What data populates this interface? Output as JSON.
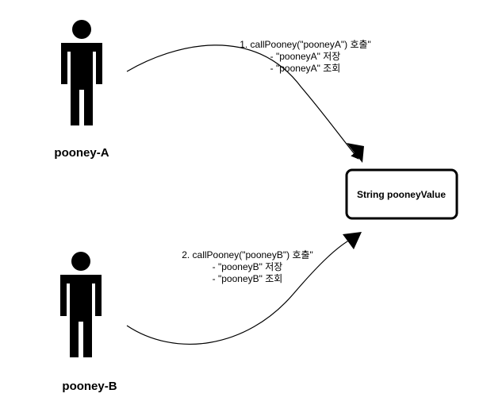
{
  "actors": [
    {
      "label": "pooney-A"
    },
    {
      "label": "pooney-B"
    }
  ],
  "box": {
    "label": "String pooneyValue"
  },
  "calls": [
    {
      "line1": "1.  callPooney(\"pooneyA\") 호출\"",
      "line2": "- \"pooneyA\" 저장",
      "line3": "- \"pooneyA\" 조회"
    },
    {
      "line1": "2.  callPooney(\"pooneyB\") 호출\"",
      "line2": "- \"pooneyB\" 저장",
      "line3": "- \"pooneyB\" 조회"
    }
  ]
}
